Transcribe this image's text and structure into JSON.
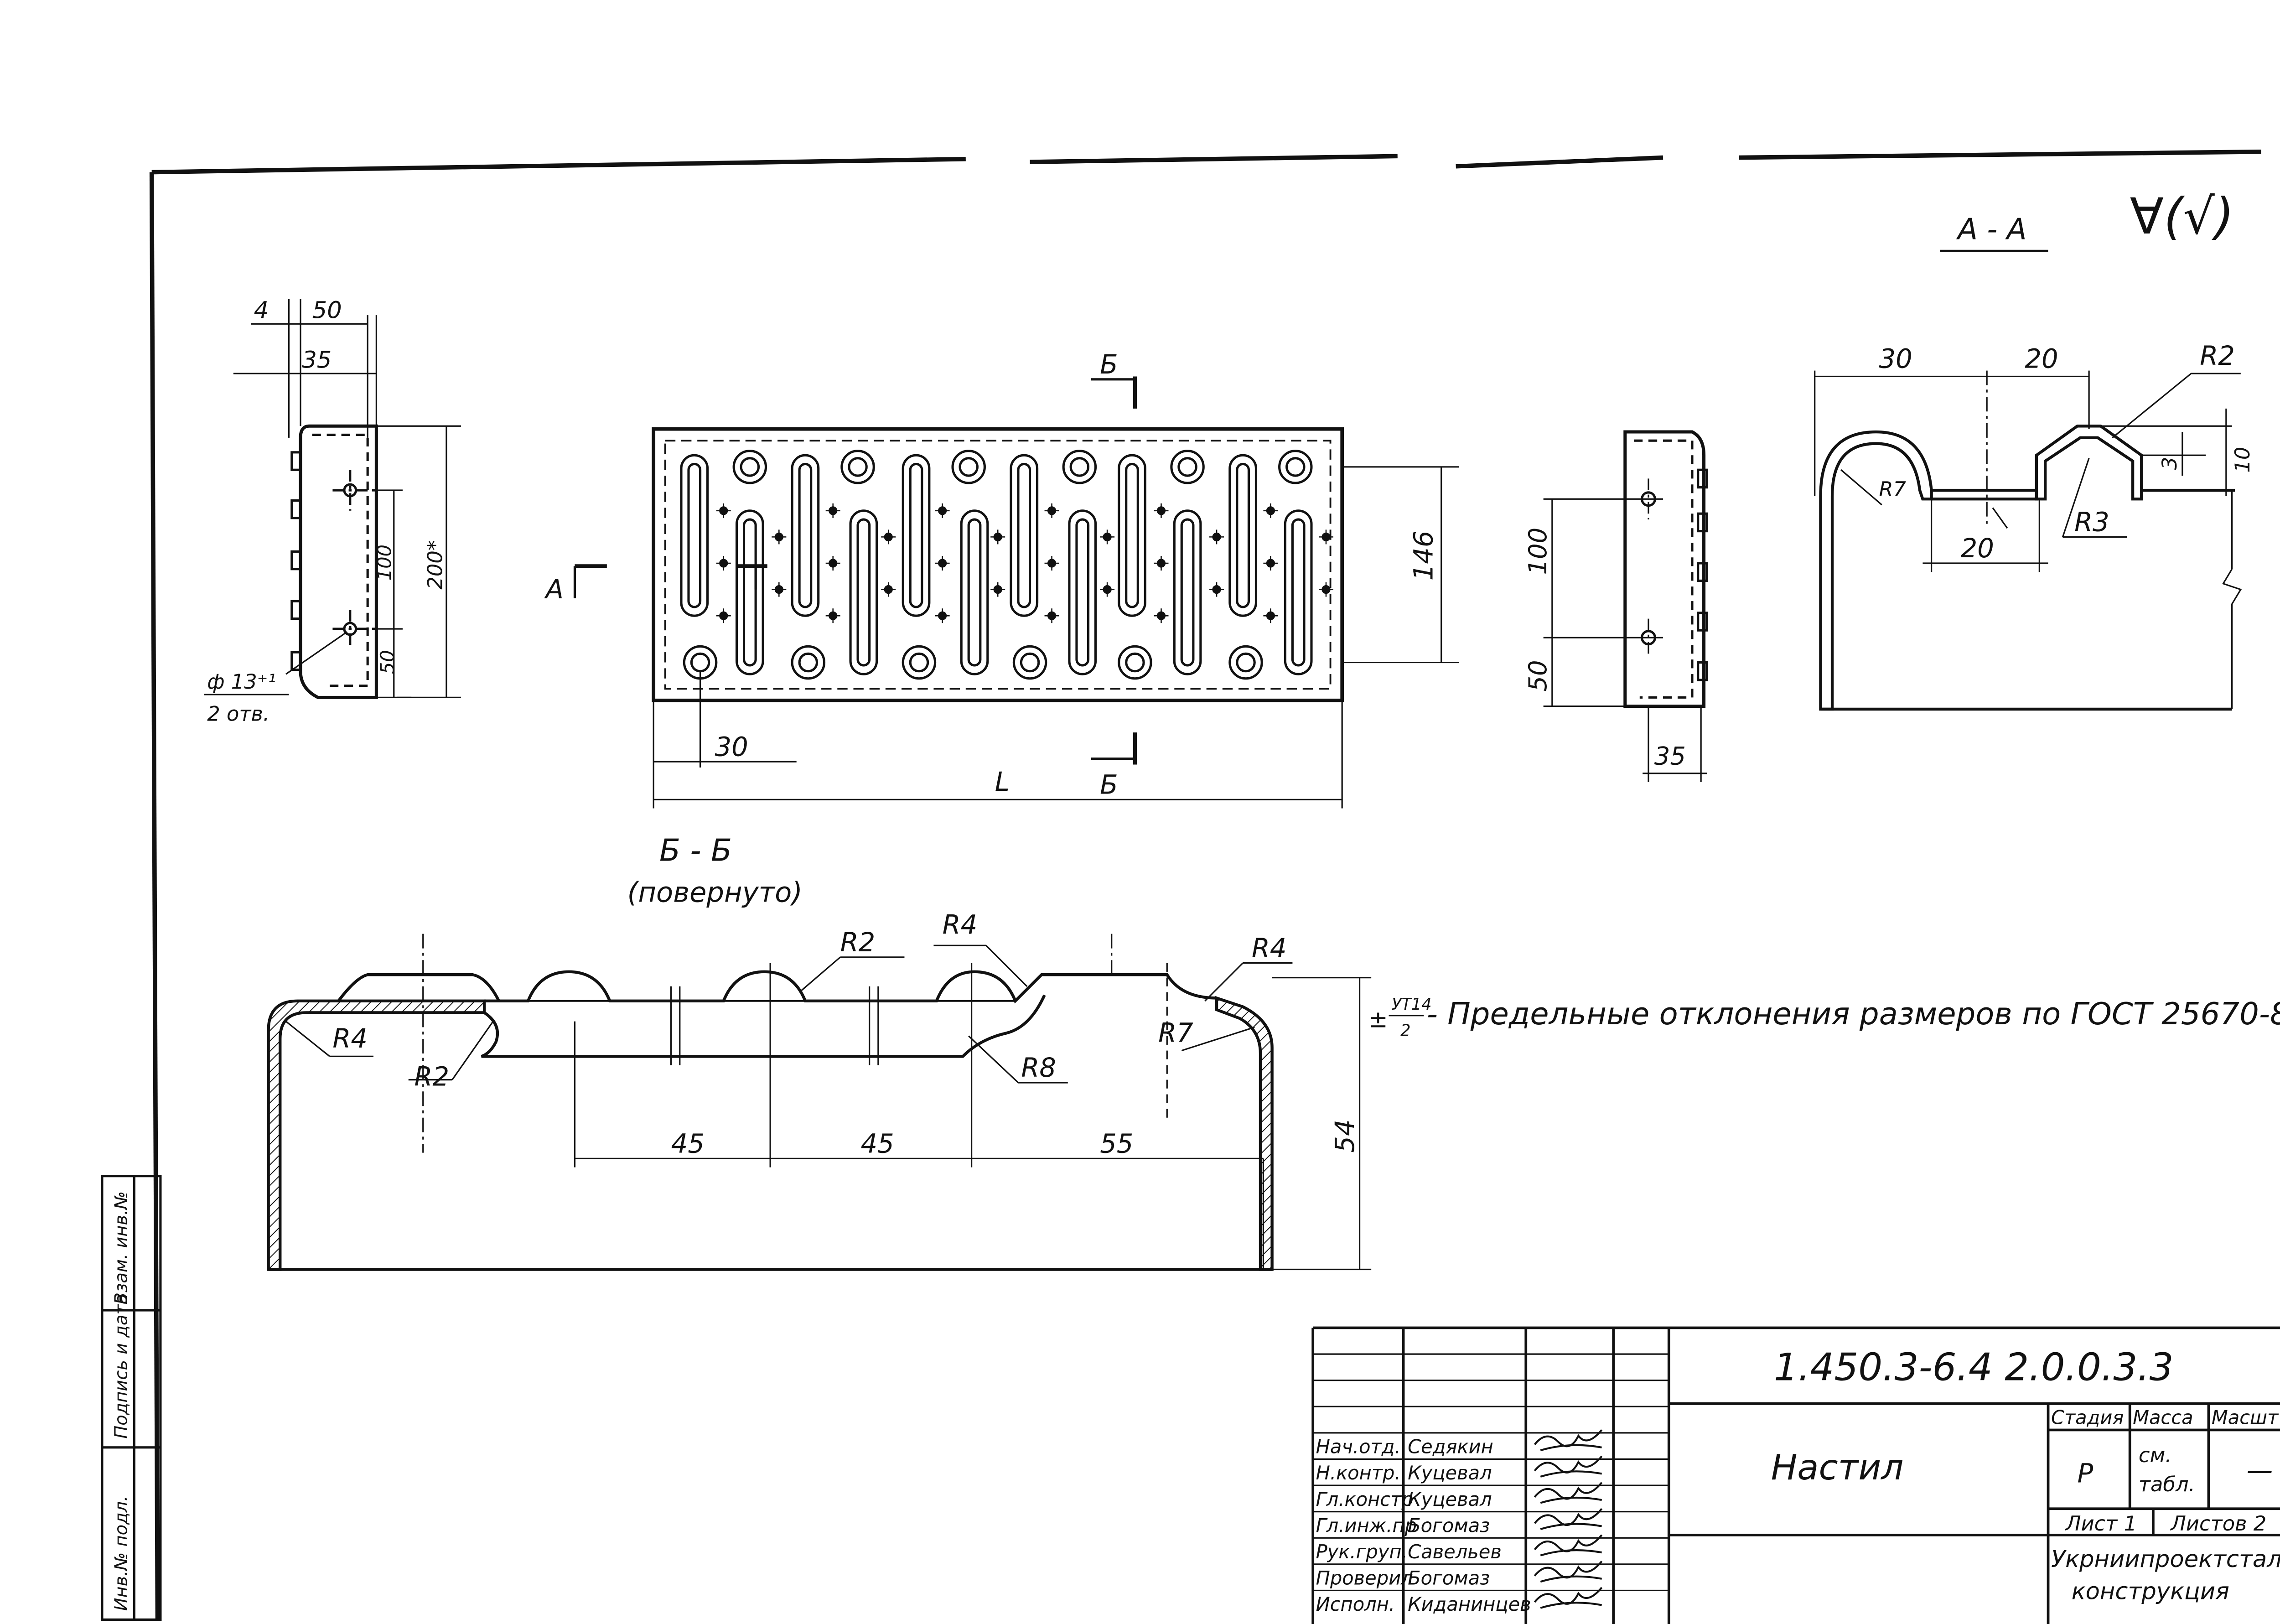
{
  "labels": {
    "section_aa": "А - А",
    "roughness": "∀(√)",
    "section_bb": "Б - Б",
    "rotated": "(повернуто)",
    "cut_b": "Б",
    "cut_a": "А",
    "tolerance_frac_top": "УТ14",
    "tolerance_frac_bottom": "2",
    "tolerance_text": "- Предельные   отклонения  размеров  по  ГОСТ 25670-8"
  },
  "dims": {
    "left_view": {
      "d4": "4",
      "d50": "50",
      "d35": "35",
      "d100": "100",
      "d200": "200*",
      "d50b": "50",
      "hole": "ф 13⁺¹",
      "holes_count": "2 отв."
    },
    "plan_view": {
      "d146": "146",
      "d30": "30",
      "dL": "L"
    },
    "right_view": {
      "d100": "100",
      "d50": "50",
      "d35": "35"
    },
    "section_aa": {
      "d30": "30",
      "d20a": "20",
      "r2": "R2",
      "r7": "R7",
      "r3": "R3",
      "d20b": "20",
      "d3": "3",
      "d10": "10"
    },
    "section_bb": {
      "r4_left": "R4",
      "r2_left": "R2",
      "r2_top": "R2",
      "r4_top": "R4",
      "r4_right": "R4",
      "r7": "R7",
      "r8": "R8",
      "d45a": "45",
      "d45b": "45",
      "d55": "55",
      "d54": "54"
    }
  },
  "title_block": {
    "doc_number": "1.450.3-6.4 2.0.0.3.3",
    "name": "Настил",
    "headers": {
      "stage": "Стадия",
      "mass": "Масса",
      "scale": "Масшт"
    },
    "values": {
      "stage": "Р",
      "mass_line1": "см.",
      "mass_line2": "табл.",
      "scale": "—"
    },
    "sheet": "Лист 1",
    "sheets": "Листов 2",
    "org_line1": "Укрниипроектсталь",
    "org_line2": "конструкция",
    "roles": [
      {
        "role": "Нач.отд.",
        "name": "Седякин"
      },
      {
        "role": "Н.контр.",
        "name": "Куцевал"
      },
      {
        "role": "Гл.констр",
        "name": "Куцевал"
      },
      {
        "role": "Гл.инж.пр",
        "name": "Богомаз"
      },
      {
        "role": "Рук.груп.",
        "name": "Савельев"
      },
      {
        "role": "Проверил",
        "name": "Богомаз"
      },
      {
        "role": "Исполн.",
        "name": "Киданинцев"
      }
    ]
  },
  "side_stamp": {
    "cells": [
      "Инв.№ подл.",
      "Подпись и дата",
      "Взам. инв.№"
    ]
  }
}
